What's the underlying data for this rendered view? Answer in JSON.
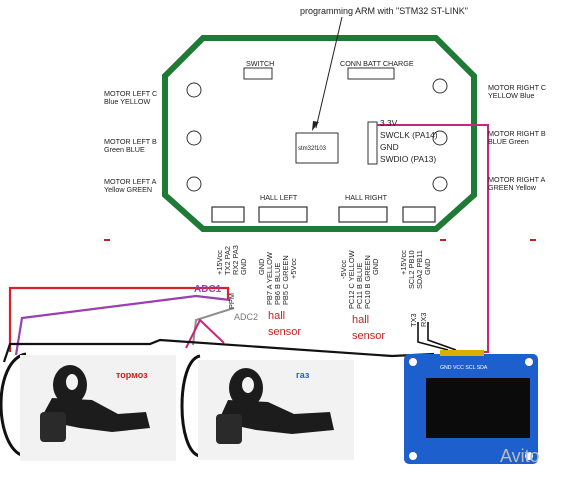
{
  "top_note": "programming ARM with \"STM32 ST-LINK\"",
  "board": {
    "switch": "SWITCH",
    "conn_batt": "CONN BATT CHARGE",
    "chip": "stm32f103",
    "hall_left": "HALL LEFT",
    "hall_right": "HALL RIGHT",
    "swd_pins": [
      "3.3V",
      "SWCLK (PA14)",
      "GND",
      "SWDIO (PA13)"
    ]
  },
  "motor_left": {
    "c": {
      "name": "MOTOR LEFT C",
      "c1": "Blue",
      "c2": "YELLOW"
    },
    "b": {
      "name": "MOTOR LEFT B",
      "c1": "Green",
      "c2": "BLUE"
    },
    "a": {
      "name": "MOTOR LEFT A",
      "c1": "Yellow",
      "c2": "GREEN"
    }
  },
  "motor_right": {
    "c": {
      "name": "MOTOR RIGHT C",
      "c1": "YELLOW",
      "c2": "Blue"
    },
    "b": {
      "name": "MOTOR RIGHT B",
      "c1": "BLUE",
      "c2": "Green"
    },
    "a": {
      "name": "MOTOR RIGHT A",
      "c1": "GREEN",
      "c2": "Yellow"
    }
  },
  "pins": {
    "left_power": [
      "+15Vcc",
      "TX2 PA2",
      "RX2 PA3",
      "GND"
    ],
    "hall_left": [
      "GND",
      "PB7 A YELLOW",
      "PB6 B BLUE",
      "PB5 C GREEN",
      "+5Vcc"
    ],
    "hall_right": [
      "-5Vcc",
      "PC12 C YELLOW",
      "PC11 B BLUE",
      "PC10 B GREEN",
      "GND"
    ],
    "right_power": [
      "+15Vcc",
      "SCL2 PB10",
      "SDA2 PB11",
      "GND"
    ],
    "ppm": "PPM",
    "tx3": "TX3",
    "rx3": "RX3"
  },
  "labels": {
    "adc1": "ADC1",
    "adc2": "ADC2",
    "hall1": "hall",
    "sensor1": "sensor",
    "hall2": "hall",
    "sensor2": "sensor",
    "brake": "тормоз",
    "gas": "газ",
    "oled_pins": "GND VCC SCL SDA",
    "watermark": "Avito"
  },
  "colors": {
    "board_border": "#1f7a35",
    "red_wire": "#d8202a",
    "purple_wire": "#9a3fb0",
    "grey_wire": "#909090",
    "magenta_wire": "#c9257a",
    "oled_blue": "#1d5fcc",
    "black_wire": "#111111"
  }
}
